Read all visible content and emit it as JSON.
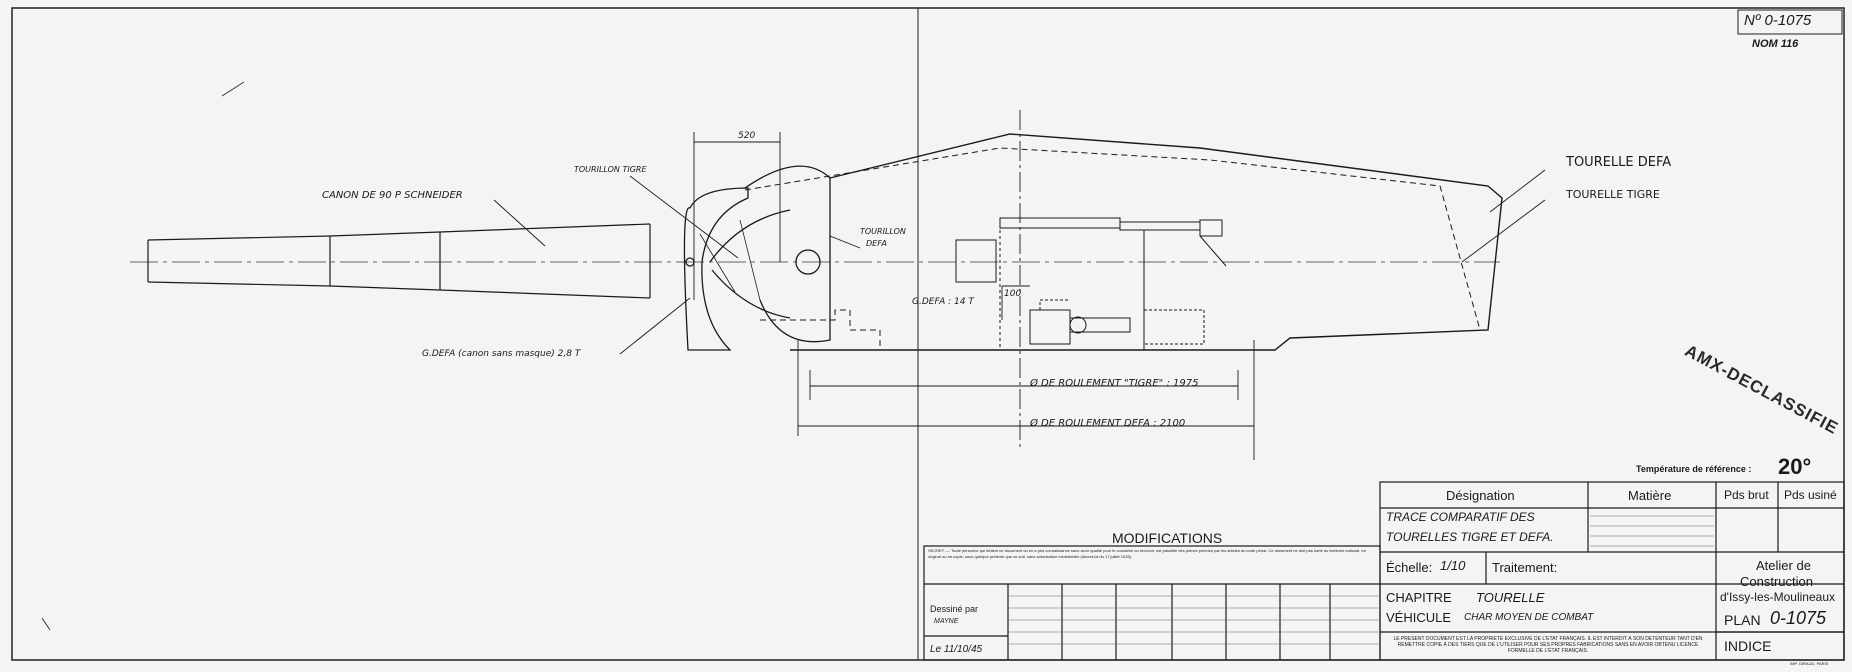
{
  "document": {
    "number": "Nº 0-1075",
    "nom": "NOM 116",
    "stamp": "AMX-DECLASSIFIE",
    "temperature_label": "Température de référence :",
    "temperature_value": "20°"
  },
  "drawing": {
    "labels": {
      "gun": "CANON DE 90 P SCHNEIDER",
      "trunnion_tigre": "TOURILLON TIGRE",
      "trunnion_defa_1": "TOURILLON",
      "trunnion_defa_2": "DEFA",
      "turret_defa": "TOURELLE DEFA",
      "turret_tigre": "TOURELLE TIGRE",
      "gdefa_gun": "G.DEFA (canon sans masque) 2,8 T",
      "gdefa_turret": "G.DEFA : 14 T",
      "dim_520": "520",
      "dim_100": "100",
      "ring_tigre": "Ø DE ROULEMENT \"TIGRE\" : 1975",
      "ring_defa": "Ø DE ROULEMENT DEFA : 2100"
    }
  },
  "title_block": {
    "modifications": "MODIFICATIONS",
    "secret_notice": "SECRET. — Toute personne qui détient ce document ou en a pris connaissance sans avoir qualité pour le connaître ou recevoir, est passible des peines prévues par les articles du code pénal. Ce document ne doit pas sortir du territoire national, en original ou en copie, sous quelque prétexte que ce soit, sans autorisation ministérielle (décret-loi du 17 juillet 1939).",
    "drawn_by_label": "Dessiné par",
    "drawn_by_value": "MAYNE",
    "date": "Le 11/10/45",
    "designation_header": "Désignation",
    "matiere_header": "Matière",
    "pds_brut_header": "Pds brut",
    "pds_usine_header": "Pds usiné",
    "designation_line1": "TRACE COMPARATIF DES",
    "designation_line2": "TOURELLES TIGRE ET DEFA.",
    "echelle_label": "Échelle:",
    "echelle_value": "1/10",
    "traitement_label": "Traitement:",
    "atelier_line1": "Atelier de",
    "atelier_line2": "Construction",
    "atelier_line3": "d'Issy-les-Moulineaux",
    "chapitre_label": "CHAPITRE",
    "chapitre_value": "TOURELLE",
    "vehicule_label": "VÉHICULE",
    "vehicule_value": "CHAR MOYEN DE COMBAT",
    "plan_label": "PLAN",
    "plan_value": "0-1075",
    "indice_label": "INDICE",
    "property_notice": "LE PRÉSENT DOCUMENT EST LA PROPRIÉTÉ EXCLUSIVE DE L'ÉTAT FRANÇAIS. IL EST INTERDIT À SON DÉTENTEUR TANT D'EN REMETTRE COPIE À DES TIERS QUE DE L'UTILISER POUR SES PROPRES FABRICATIONS SANS EN AVOIR OBTENU LICENCE FORMELLE DE L'ÉTAT FRANÇAIS.",
    "printer": "IMP. GIRAUD, PARIS"
  }
}
